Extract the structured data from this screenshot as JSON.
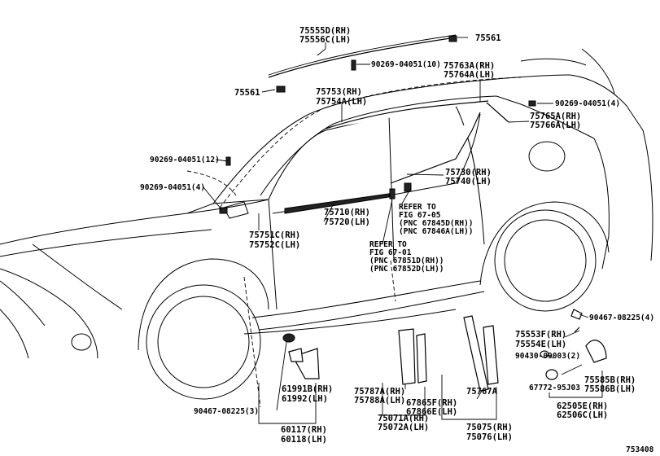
{
  "diagram_id": "753408",
  "callouts": [
    {
      "id": "c1",
      "lines": [
        "75555D(RH)",
        "75556C(LH)"
      ]
    },
    {
      "id": "c2",
      "lines": [
        "75561"
      ]
    },
    {
      "id": "c3",
      "lines": [
        "90269-04051(10)"
      ]
    },
    {
      "id": "c4",
      "lines": [
        "75763A(RH)",
        "75764A(LH)"
      ]
    },
    {
      "id": "c5",
      "lines": [
        "75561"
      ]
    },
    {
      "id": "c6",
      "lines": [
        "75753(RH)",
        "75754A(LH)"
      ]
    },
    {
      "id": "c7",
      "lines": [
        "90269-04051(4)"
      ]
    },
    {
      "id": "c8",
      "lines": [
        "75765A(RH)",
        "75766A(LH)"
      ]
    },
    {
      "id": "c9",
      "lines": [
        "90269-04051(12)"
      ]
    },
    {
      "id": "c10",
      "lines": [
        "90269-04051(4)"
      ]
    },
    {
      "id": "c11",
      "lines": [
        "75730(RH)",
        "75740(LH)"
      ]
    },
    {
      "id": "c12",
      "lines": [
        "75710(RH)",
        "75720(LH)"
      ]
    },
    {
      "id": "c13",
      "lines": [
        "REFER TO",
        "FIG 67-05",
        "(PNC 67845D(RH))",
        "(PNC 67846A(LH))"
      ]
    },
    {
      "id": "c14",
      "lines": [
        "75751C(RH)",
        "75752C(LH)"
      ]
    },
    {
      "id": "c15",
      "lines": [
        "REFER TO",
        "FIG 67-01",
        "(PNC 67851D(RH))",
        "(PNC 67852D(LH))"
      ]
    },
    {
      "id": "c16",
      "lines": [
        "90467-08225(4)"
      ]
    },
    {
      "id": "c17",
      "lines": [
        "75553F(RH)",
        "75554E(LH)"
      ]
    },
    {
      "id": "c18",
      "lines": [
        "90430-09003(2)"
      ]
    },
    {
      "id": "c19",
      "lines": [
        "67772-95J03"
      ]
    },
    {
      "id": "c20",
      "lines": [
        "75585B(RH)",
        "75586B(LH)"
      ]
    },
    {
      "id": "c21",
      "lines": [
        "62505E(RH)",
        "62506C(LH)"
      ]
    },
    {
      "id": "c22",
      "lines": [
        "61991B(RH)",
        "61992(LH)"
      ]
    },
    {
      "id": "c23",
      "lines": [
        "90467-08225(3)"
      ]
    },
    {
      "id": "c24",
      "lines": [
        "60117(RH)",
        "60118(LH)"
      ]
    },
    {
      "id": "c25",
      "lines": [
        "75787A(RH)",
        "75788A(LH)"
      ]
    },
    {
      "id": "c26",
      "lines": [
        "75071A(RH)",
        "75072A(LH)"
      ]
    },
    {
      "id": "c27",
      "lines": [
        "75767A"
      ]
    },
    {
      "id": "c28",
      "lines": [
        "67865F(RH)",
        "67866E(LH)"
      ]
    },
    {
      "id": "c29",
      "lines": [
        "75075(RH)",
        "75076(LH)"
      ]
    }
  ]
}
